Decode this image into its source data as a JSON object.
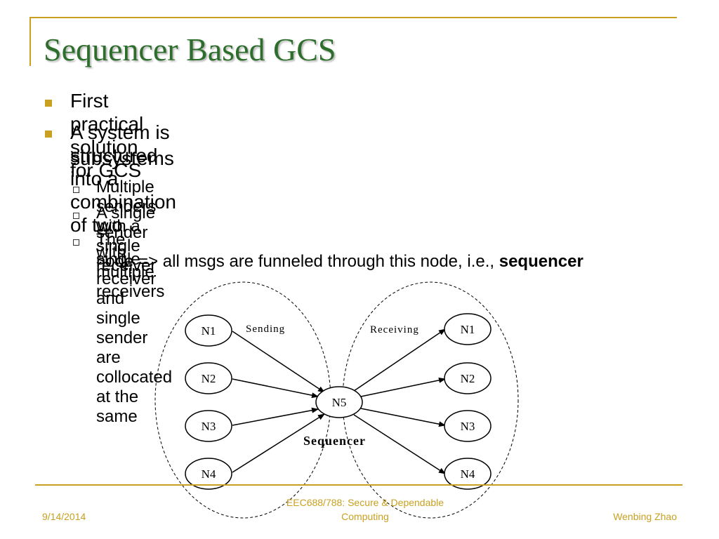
{
  "slide": {
    "title": "Sequencer Based GCS",
    "bullets": [
      "First practical solution for GCS",
      "A system is structured into a combination of two",
      "subsystems"
    ],
    "sub_bullets": [
      "Multiple senders with a single receiver",
      "A single sender with multiple receivers",
      "The single receiver and single sender are collocated at the same",
      "node => all msgs are funneled through this node, i.e., ",
      "sequencer"
    ]
  },
  "diagram": {
    "senders": [
      "N1",
      "N2",
      "N3",
      "N4"
    ],
    "receivers": [
      "N1",
      "N2",
      "N3",
      "N4"
    ],
    "center": "N5",
    "sending_label": "Sending",
    "receiving_label": "Receiving",
    "sequencer_label": "Sequencer"
  },
  "footer": {
    "date": "9/14/2014",
    "course_line1": "EEC688/788: Secure & Dependable",
    "course_line2": "Computing",
    "author": "Wenbing Zhao"
  },
  "colors": {
    "accent": "#c9a020",
    "title": "#2e6e2c"
  }
}
